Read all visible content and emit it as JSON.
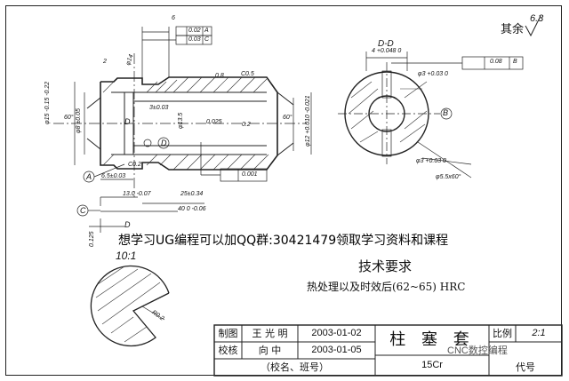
{
  "top_right": {
    "label": "其余",
    "roughness": "6.3"
  },
  "section_label": "D-D",
  "scale_note": "10:1",
  "watermark": "想学习UG编程可以加QQ群:30421479领取学习资料和课程",
  "requirements": {
    "title": "技术要求",
    "line1": "热处理以及时效后(62~65) HRC"
  },
  "dimensions": {
    "d6": "6",
    "d2": "2",
    "d14": "φ14",
    "d_tol_row1": "0.02",
    "d_tol_row2": "0.03",
    "datum_a": "A",
    "datum_c": "C",
    "d08": "0.8",
    "c05": "C0.5",
    "d_15": "φ15 -0.15 -0.22",
    "d_8": "φ8 ±0.05",
    "d_60_left": "60°",
    "d_60_right": "60°",
    "d_13": "φ13.5",
    "d_3": "3±0.03",
    "d_0025": "0.025",
    "d_02": "0.2",
    "d_12": "φ12 +0.010 -0.021",
    "c02": "C0.2",
    "d_65": "6.5±0.03",
    "d_13_len": "13.0 -0.07",
    "d_25": "25±0.34",
    "d_40": "40 0 -0.06",
    "d_0001": "0.001",
    "d_0125": "0.125",
    "label_d": "D",
    "d_4": "4 +0.048 0",
    "d_3a": "φ3 +0.03 0",
    "d_3b": "φ3 +0.03 0",
    "d_55": "φ5.5x60°",
    "flat_tol": "0.08",
    "datum_b": "B",
    "r02": "R0.2"
  },
  "title_block": {
    "row1_label": "制图",
    "row1_name": "王 光 明",
    "row1_date": "2003-01-02",
    "row2_label": "校核",
    "row2_name": "向    中",
    "row2_date": "2003-01-05",
    "school": "（校名、班号）",
    "part_name": "柱 塞 套",
    "material": "15Cr",
    "scale_label": "比例",
    "scale_value": "2:1",
    "code_label": "代号",
    "corner_text": "CNC数控编程"
  }
}
